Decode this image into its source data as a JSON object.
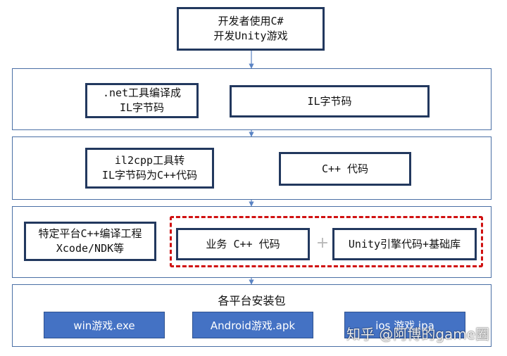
{
  "nodes": {
    "start": "开发者使用C#\n开发Unity游戏",
    "dotnet_compile": ".net工具编译成\nIL字节码",
    "il_bytecode": "IL字节码",
    "il2cpp": "il2cpp工具转\nIL字节码为C++代码",
    "cpp_code": "C++ 代码",
    "platform_compile": "特定平台C++编译工程\nXcode/NDK等",
    "business_cpp": "业务 C++ 代码",
    "plus": "+",
    "unity_engine": "Unity引擎代码+基础库"
  },
  "packages": {
    "title": "各平台安装包",
    "items": [
      "win游戏.exe",
      "Android游戏.apk",
      "ios 游戏.ipa"
    ]
  },
  "watermark": "知乎 @阿博的game圈",
  "colors": {
    "box_border": "#22385e",
    "panel_border": "#4a6fa5",
    "arrow": "#5b84c4",
    "package_fill": "#4472c4",
    "highlight_dash": "#d01010"
  }
}
